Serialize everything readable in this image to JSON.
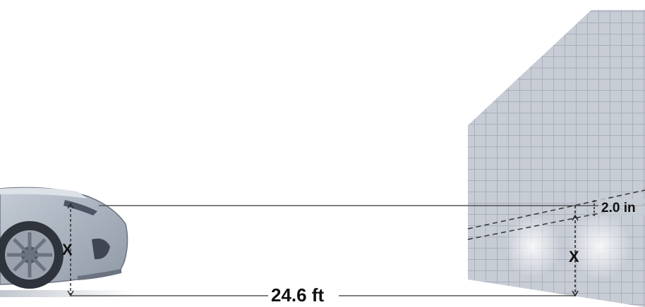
{
  "labels": {
    "car_height": "X",
    "wall_height": "X",
    "drop": "2.0 in",
    "distance": "24.6 ft"
  },
  "icons": {
    "vehicle": "car-front-icon",
    "wall": "wall-icon"
  },
  "colors": {
    "wall_fill": "#c7ccd5",
    "wall_grid": "#aab1bd",
    "car_body": "#aeb6c2",
    "line": "#555555",
    "text": "#111111",
    "background": "#ffffff"
  }
}
